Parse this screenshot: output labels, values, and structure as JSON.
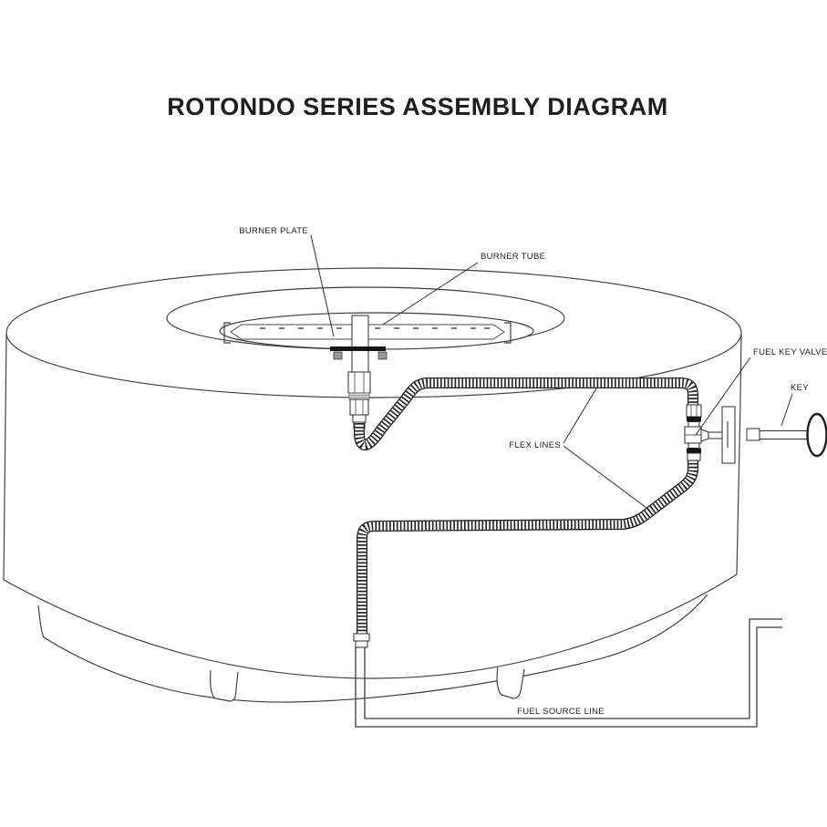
{
  "title": "ROTONDO SERIES ASSEMBLY DIAGRAM",
  "labels": {
    "burner_plate": "BURNER PLATE",
    "burner_tube": "BURNER TUBE",
    "fuel_key_valve": "FUEL KEY VALVE",
    "key": "KEY",
    "flex_lines": "FLEX LINES",
    "fuel_source_line": "FUEL SOURCE LINE"
  },
  "colors": {
    "background": "#ffffff",
    "line": "#3b3b3b",
    "dark": "#1f1f1f"
  }
}
